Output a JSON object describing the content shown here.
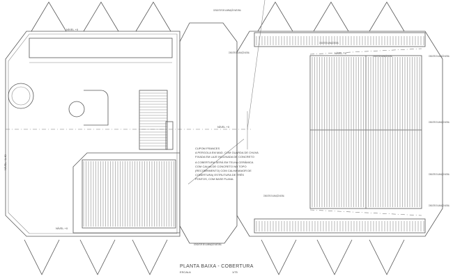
{
  "drawing": {
    "title": "PLANTA BAIXA - COBERTURA",
    "scale_label": "ESCALA",
    "scale_value": "1/75",
    "level_label": "NÍVEL +0",
    "left_dimension": "NÍVEL +1.40",
    "note_lines": [
      "CUPOM FRANCES",
      "A PERGOLA EM MAD. COM GUARDA DE CHUVA",
      "FIXADA EM LAJE INCLINADA DE CONCRETO",
      "A COBERTURA SERÁ EM TELHA CERÂMICA",
      "COM CALHA DE CONCRETO NO TOPO",
      "(RECOBRIMENTO) COM CALHA MAIOR DE",
      "COBERTURA) ESTRUTURA DE TRÊS",
      "PONTOS, COM BASE PLANA."
    ],
    "callouts": [
      "CONDUTOR DE ILUMINAÇÃO NATURAL",
      "CONDUTOR DE ILUMINAÇÃO NATURAL",
      "CONDUTOR DE ILUMINAÇÃO NATURAL",
      "CONDUTOR DE ILUMINAÇÃO NATURAL",
      "CONDUTOR DE ILUMINAÇÃO NATURAL",
      "CONDUTOR DE ILUMINAÇÃO NATURAL",
      "CONDUTOR DE ILUMINAÇÃO NATURAL",
      "CONDUTOR DE ILUMINAÇÃO NATURAL",
      "CONDUTOR DE ILUMINAÇÃO NATURAL",
      "CONDUTOR DE ILUMINAÇÃO NATURAL"
    ],
    "line_color": "#555555"
  }
}
